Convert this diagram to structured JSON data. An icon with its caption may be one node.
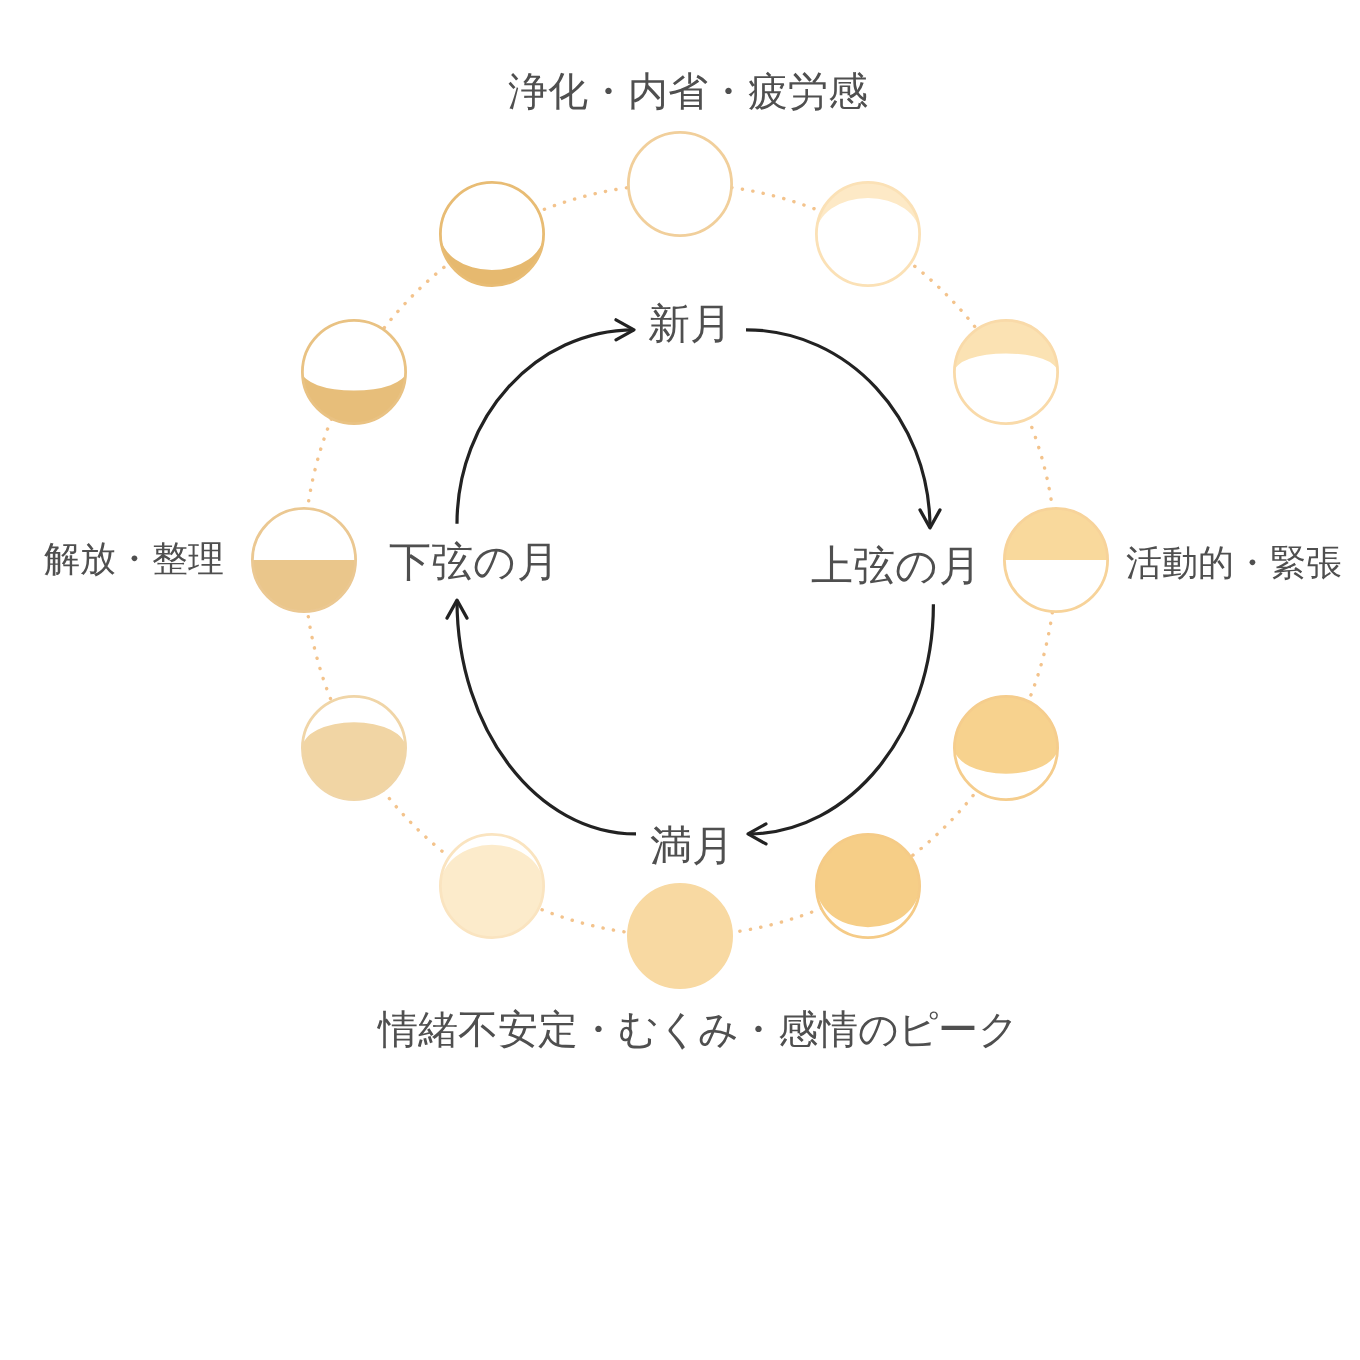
{
  "diagram": {
    "nodes": [
      {
        "text": [
          "新月"
        ]
      },
      {
        "text": [
          "下弦の月"
        ]
      },
      {
        "text": [
          "上弦の月"
        ]
      },
      {
        "text": [
          "満月"
        ]
      }
    ],
    "edges": [
      {
        "from": 0,
        "to": 2,
        "arrow": "to"
      },
      {
        "from": 2,
        "to": 3,
        "arrow": "to"
      },
      {
        "from": 3,
        "to": 1,
        "arrow": "to"
      },
      {
        "from": 1,
        "to": 0,
        "arrow": "to"
      }
    ],
    "labels": [
      "浄化・内省・疲労感",
      "解放・整理",
      "活動的・緊張",
      "情緒不安定・むくみ・感情のピーク"
    ]
  }
}
